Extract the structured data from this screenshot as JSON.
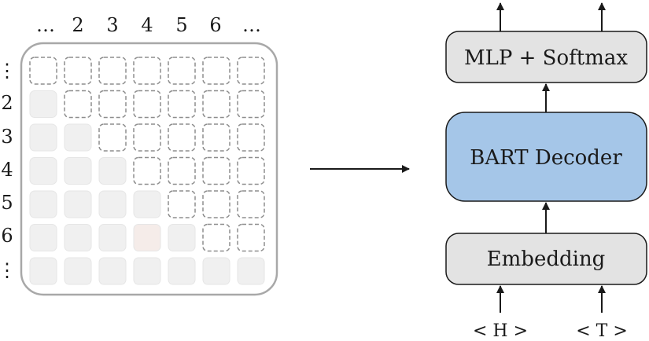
{
  "matrix": {
    "column_labels": [
      "…",
      "2",
      "3",
      "4",
      "5",
      "6",
      "…"
    ],
    "row_labels": [
      "⋮",
      "2",
      "3",
      "4",
      "5",
      "6",
      "⋮"
    ]
  },
  "decoder_stack": {
    "top_box": "MLP + Softmax",
    "middle_box": "BART Decoder",
    "bottom_box": "Embedding",
    "inputs": [
      "< H >",
      "< T >"
    ]
  },
  "colors": {
    "decoder_fill": "#a5c6e8",
    "box_fill": "#e3e3e3",
    "cell_fill": "#f0f0f0",
    "highlight_cell_fill": "#f5ece9",
    "masked_cell_stroke": "#8e8e8e"
  }
}
